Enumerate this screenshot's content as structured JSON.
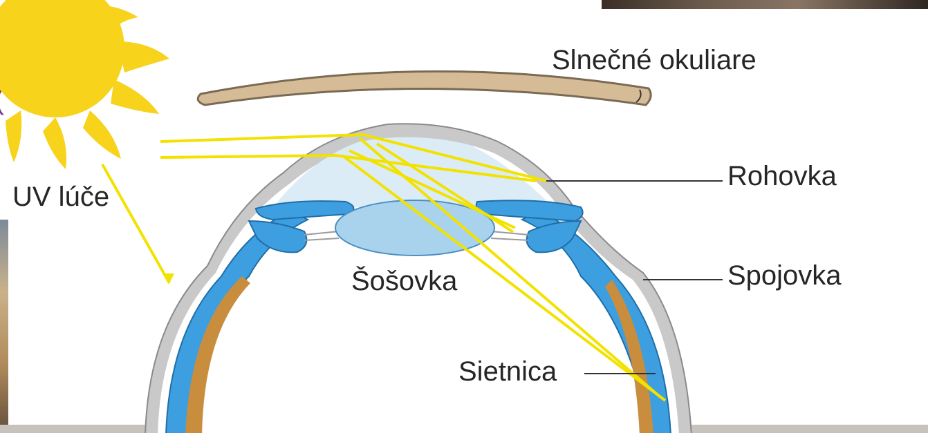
{
  "labels": {
    "sunglasses": "Slnečné okuliare",
    "uv_rays": "UV lúče",
    "cornea": "Rohovka",
    "lens": "Šošovka",
    "conjunctiva": "Spojovka",
    "retina": "Sietnica"
  },
  "colors": {
    "sun": "#f7d31c",
    "rays": "#f2e200",
    "sclera": "#c9c9c9",
    "blue_layer": "#3d9ee0",
    "choroid": "#c98d3e",
    "sunglasses": "#d6bc96",
    "lens": "#a9d2ec",
    "cornea_fill": "#dcecf6",
    "label_text": "#262626"
  }
}
